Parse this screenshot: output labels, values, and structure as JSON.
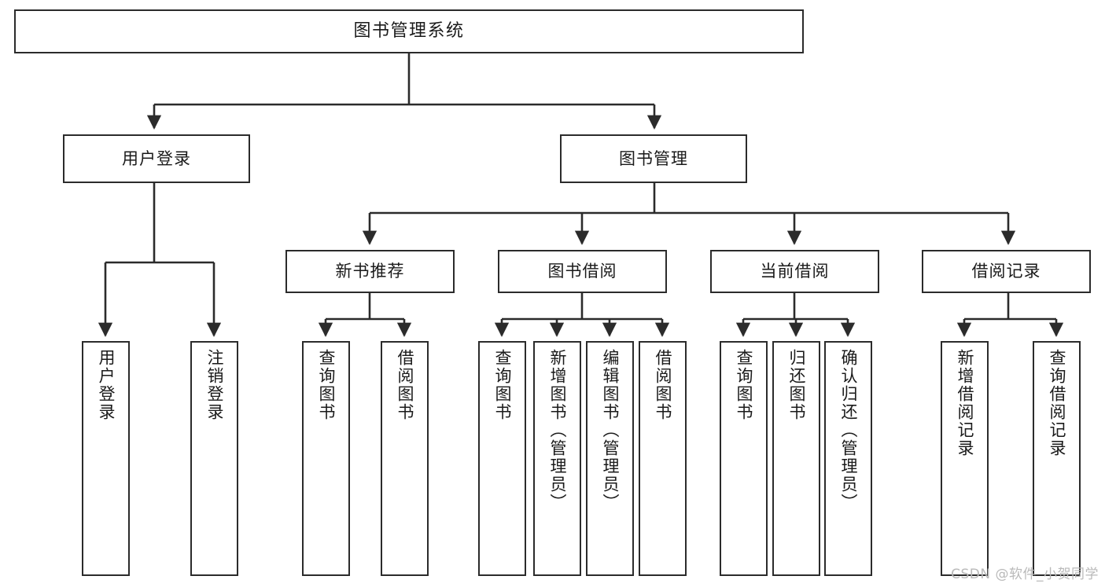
{
  "diagram": {
    "title": "图书管理系统",
    "type": "tree-structure-chart",
    "watermark": "CSDN @软件_小贺同学",
    "colors": {
      "border": "#2b2b2b",
      "background": "#ffffff",
      "text": "#1a1a1a",
      "watermark": "#b9b9b9"
    },
    "nodes": {
      "root": "图书管理系统",
      "level2": [
        "用户登录",
        "图书管理"
      ],
      "level3": [
        "新书推荐",
        "图书借阅",
        "当前借阅",
        "借阅记录"
      ],
      "leaves": {
        "user_login": [
          "用户登录",
          "注销登录"
        ],
        "new_book_recommend": [
          "查询图书",
          "借阅图书"
        ],
        "book_borrow": [
          "查询图书",
          "新增图书（管理员）",
          "编辑图书（管理员）",
          "借阅图书"
        ],
        "current_borrow": [
          "查询图书",
          "归还图书",
          "确认归还（管理员）"
        ],
        "borrow_record": [
          "新增借阅记录",
          "查询借阅记录"
        ]
      }
    }
  }
}
